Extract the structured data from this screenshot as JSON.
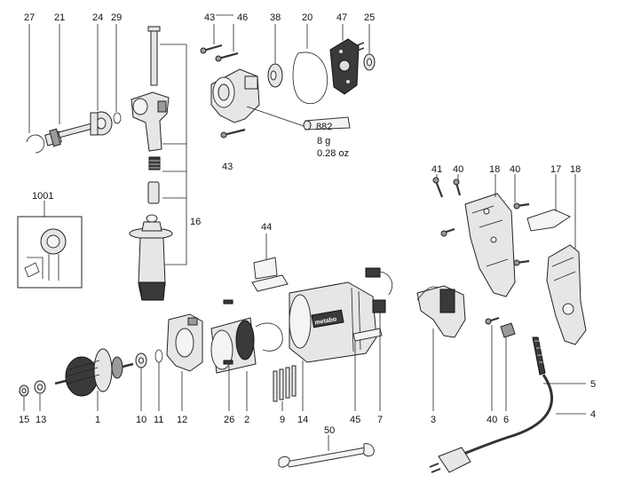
{
  "part_numbers": {
    "p27": "27",
    "p21": "21",
    "p24": "24",
    "p29": "29",
    "p43a": "43",
    "p46": "46",
    "p38": "38",
    "p20": "20",
    "p47": "47",
    "p25": "25",
    "p43b": "43",
    "p16": "16",
    "p1001": "1001",
    "p41": "41",
    "p40a": "40",
    "p18a": "18",
    "p40b": "40",
    "p17": "17",
    "p18b": "18",
    "p44": "44",
    "p15": "15",
    "p13": "13",
    "p1": "1",
    "p10": "10",
    "p11": "11",
    "p12": "12",
    "p26": "26",
    "p2": "2",
    "p9": "9",
    "p14": "14",
    "p45": "45",
    "p7": "7",
    "p3": "3",
    "p40c": "40",
    "p6": "6",
    "p5": "5",
    "p4": "4",
    "p50": "50"
  },
  "grease_note": {
    "code": "882",
    "weight_g": "8 g",
    "weight_oz": "0.28 oz"
  },
  "brand_mark": "metabo",
  "colors": {
    "line": "#222222",
    "part_fill": "#e6e6e6",
    "dark_fill": "#3a3a3a"
  }
}
